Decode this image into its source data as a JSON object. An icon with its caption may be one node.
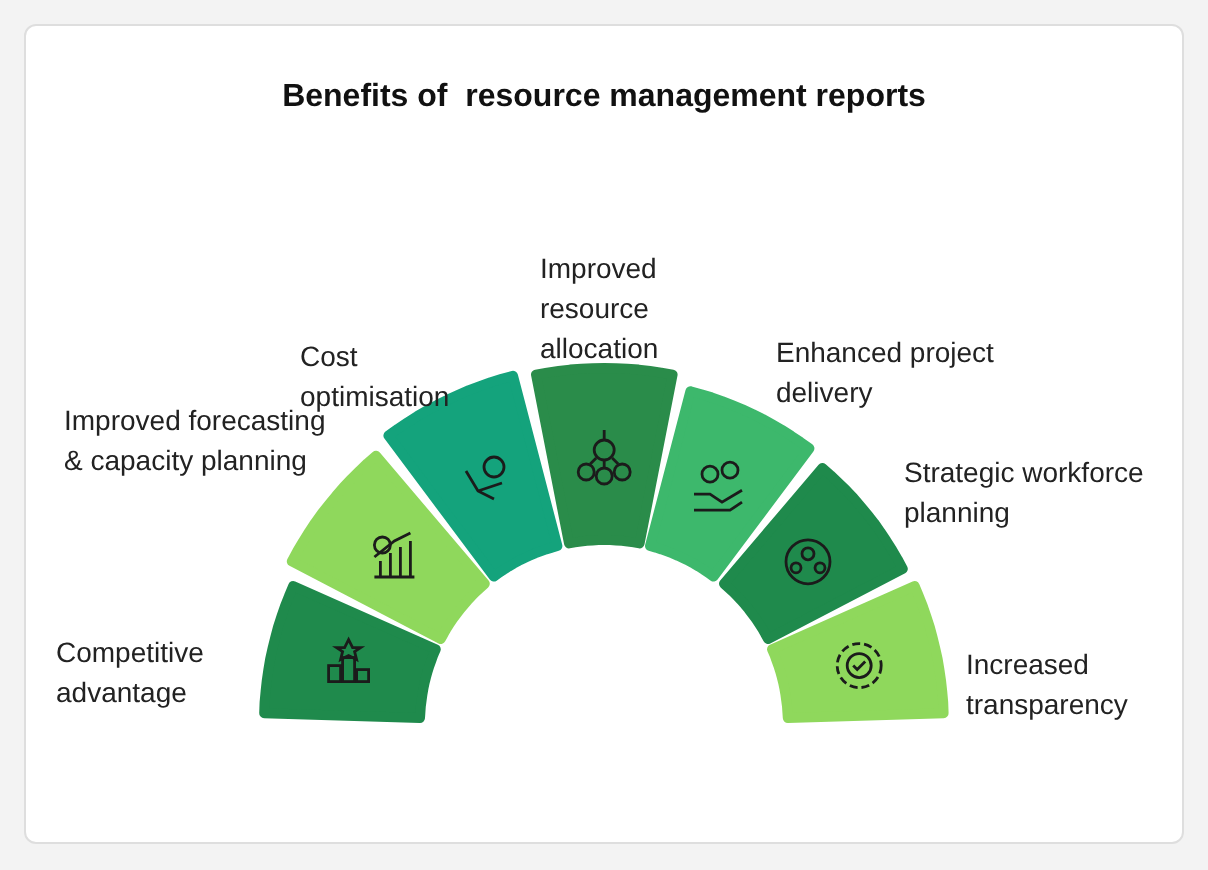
{
  "diagram": {
    "title": "Benefits of  resource management reports",
    "nodes": [
      {
        "text": [
          "Competitive advantage"
        ]
      },
      {
        "text": [
          "Improved forecasting & capacity planning"
        ]
      },
      {
        "text": [
          "Cost optimisation"
        ]
      },
      {
        "text": [
          "Improved resource allocation"
        ]
      },
      {
        "text": [
          "Enhanced project delivery"
        ]
      },
      {
        "text": [
          "Strategic workforce planning"
        ]
      },
      {
        "text": [
          "Increased transparency"
        ]
      }
    ],
    "edges": []
  }
}
